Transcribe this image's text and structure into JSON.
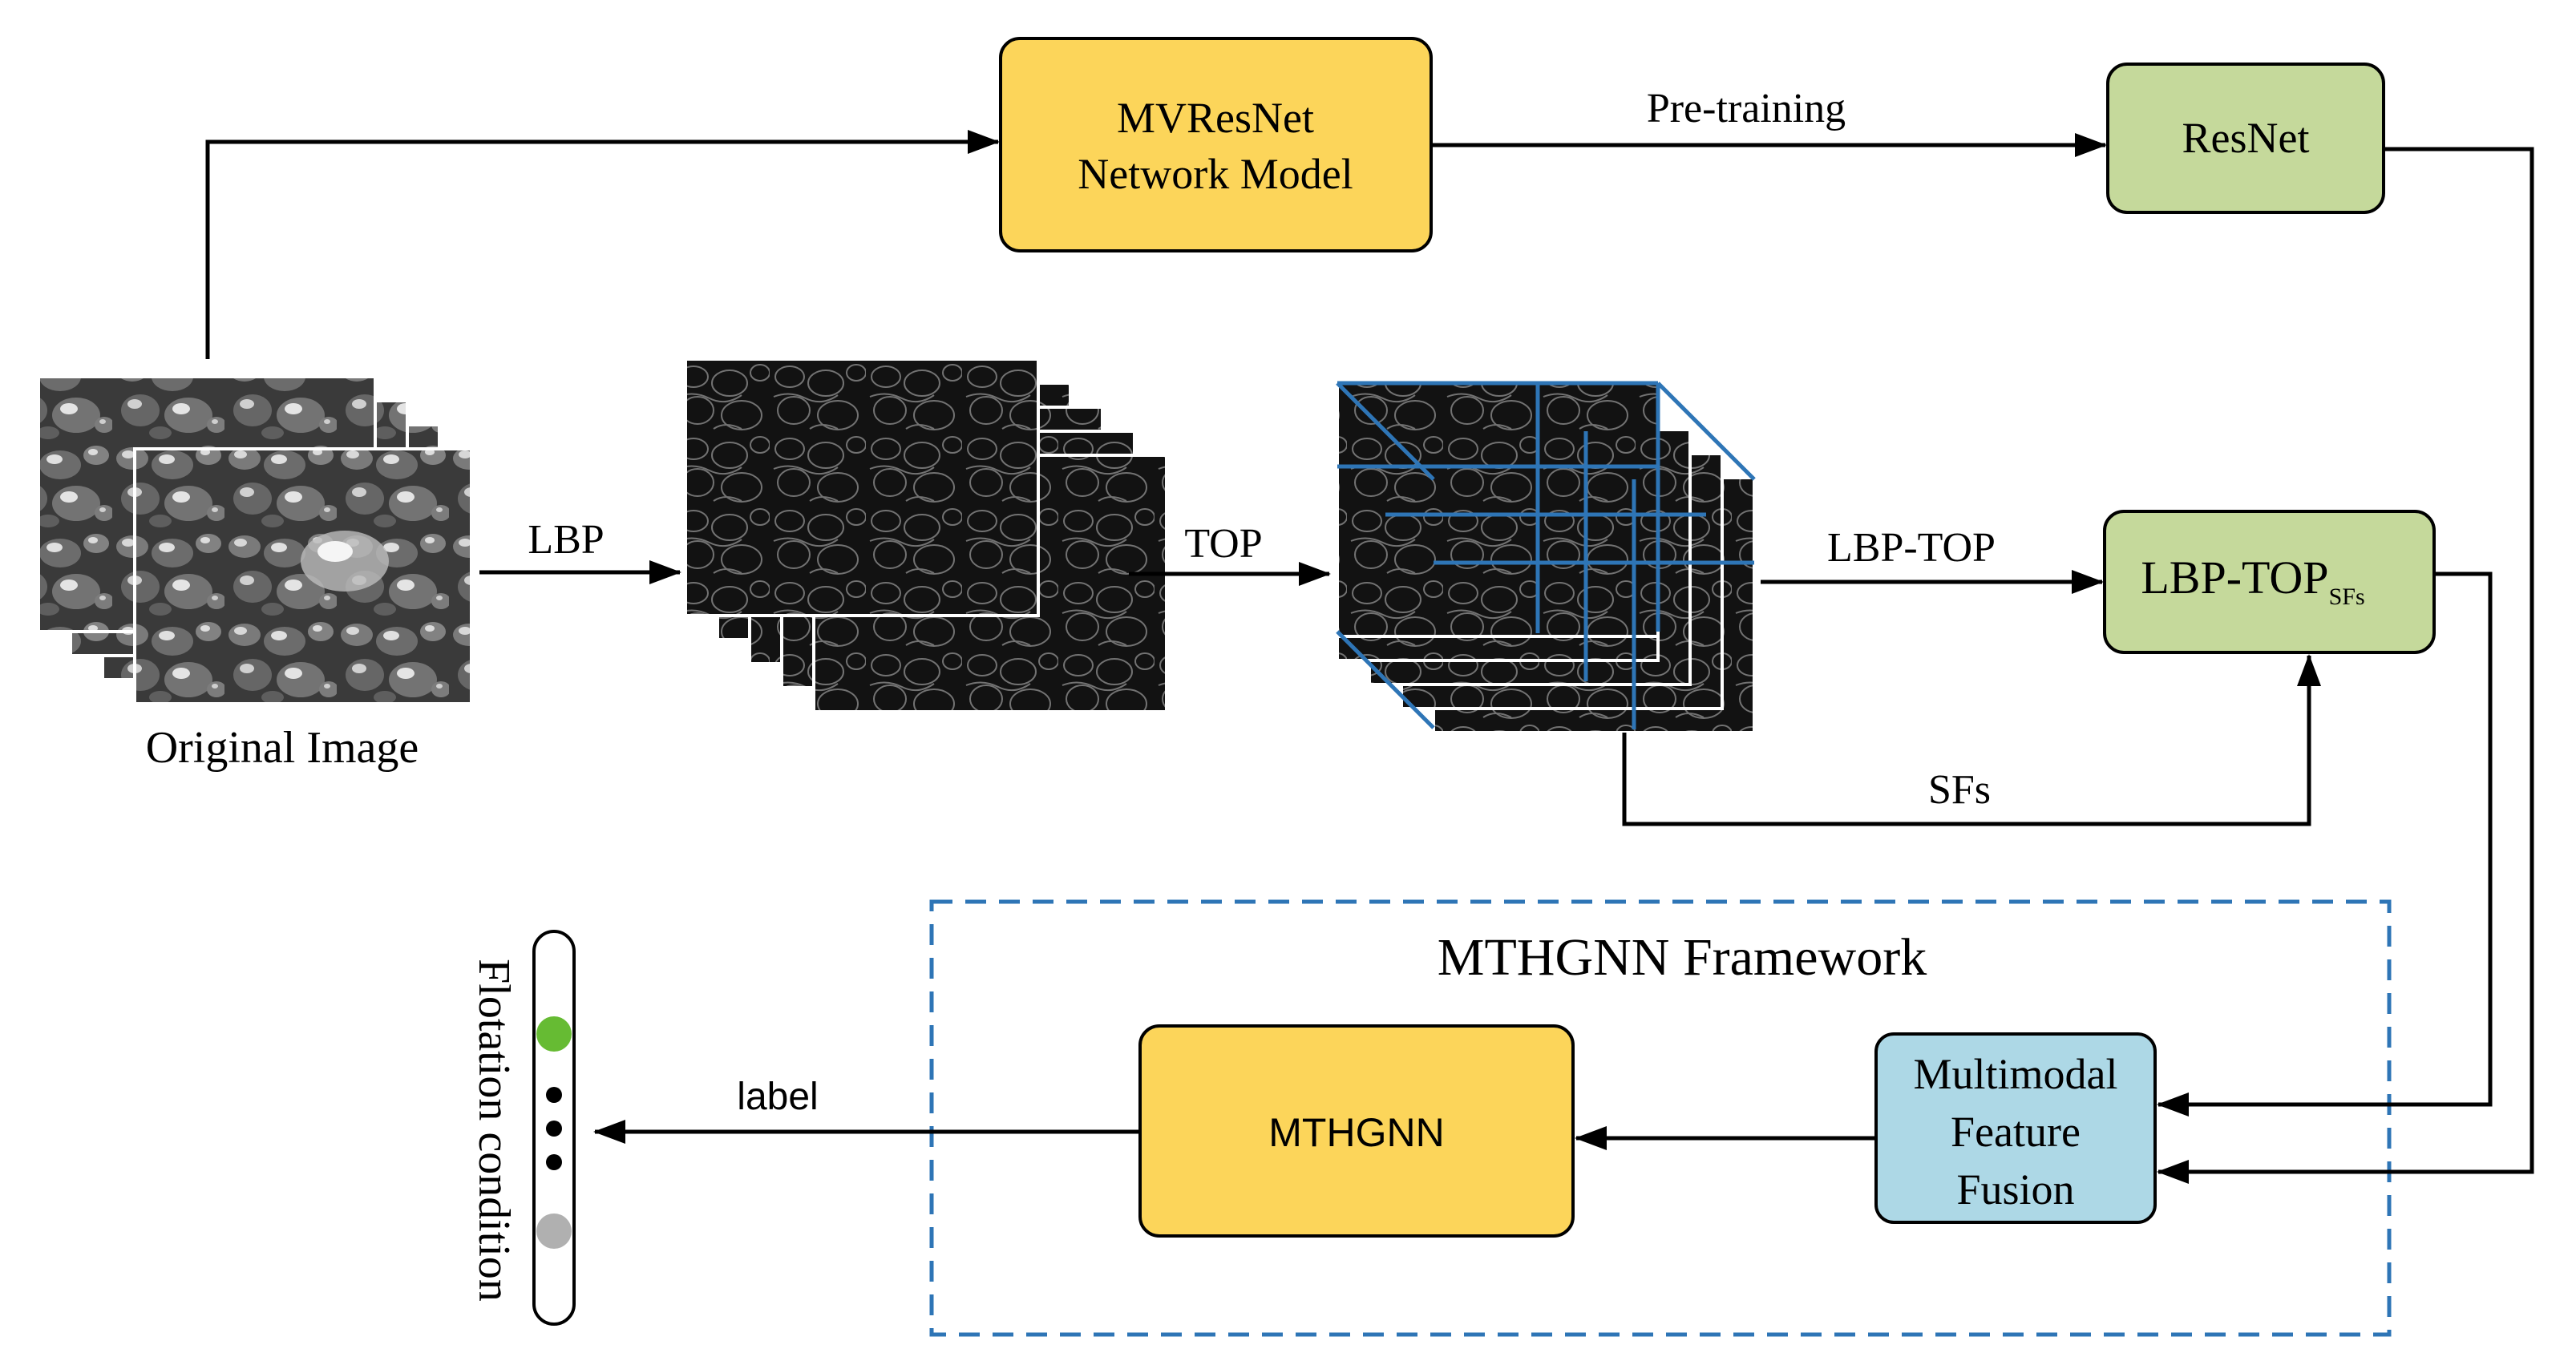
{
  "colors": {
    "yellow_box": "#fcd55a",
    "green_box": "#c5d99b",
    "blue_box": "#add8e6",
    "frame_dash": "#2e75b6",
    "cube_line": "#2e75b6",
    "arrow": "#000000",
    "dot_green": "#66bb33",
    "dot_gray": "#b0b0b0"
  },
  "nodes": {
    "mvresnet": {
      "line1": "MVResNet",
      "line2": "Network Model"
    },
    "resnet": "ResNet",
    "lbptop_sfs": {
      "main": "LBP-TOP",
      "sub": "SFs"
    },
    "mthgnn": "MTHGNN",
    "fusion": {
      "line1": "Multimodal",
      "line2": "Feature",
      "line3": "Fusion"
    },
    "framework_title": "MTHGNN Framework",
    "original_image_caption": "Original Image",
    "flotation_condition": "Flotation condition"
  },
  "edges": {
    "pre_training": "Pre-training",
    "lbp": "LBP",
    "top": "TOP",
    "lbp_top": "LBP-TOP",
    "sfs": "SFs",
    "label": "label"
  },
  "output_bar": {
    "dots": [
      "green",
      "black",
      "black",
      "black",
      "gray"
    ]
  },
  "icons": {
    "original_stack": "froth-image-stack-icon",
    "lbp_stack": "lbp-texture-stack-icon",
    "top_cube": "top-cube-icon"
  }
}
